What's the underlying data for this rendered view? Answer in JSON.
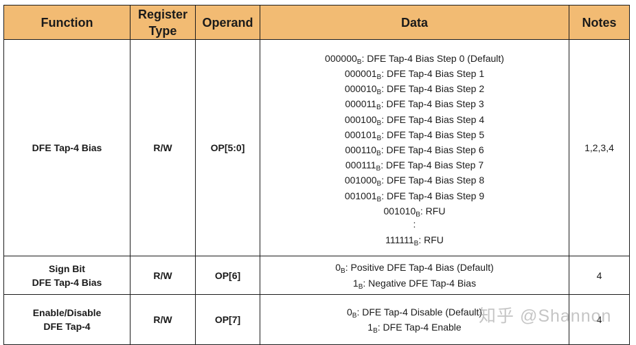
{
  "table": {
    "headers": {
      "function": "Function",
      "register_type_line1": "Register",
      "register_type_line2": "Type",
      "operand": "Operand",
      "data": "Data",
      "notes": "Notes"
    },
    "header_color": "#f2bb73",
    "rows": [
      {
        "function_lines": [
          "DFE Tap-4 Bias"
        ],
        "register_type": "R/W",
        "operand": "OP[5:0]",
        "data": [
          {
            "code": "000000",
            "suffix": "B",
            "desc": ": DFE Tap-4 Bias Step 0 (Default)"
          },
          {
            "code": "000001",
            "suffix": "B",
            "desc": ": DFE Tap-4 Bias Step 1"
          },
          {
            "code": "000010",
            "suffix": "B",
            "desc": ": DFE Tap-4 Bias Step 2"
          },
          {
            "code": "000011",
            "suffix": "B",
            "desc": ": DFE Tap-4 Bias Step 3"
          },
          {
            "code": "000100",
            "suffix": "B",
            "desc": ": DFE Tap-4 Bias Step 4"
          },
          {
            "code": "000101",
            "suffix": "B",
            "desc": ": DFE Tap-4 Bias Step 5"
          },
          {
            "code": "000110",
            "suffix": "B",
            "desc": ": DFE Tap-4 Bias Step 6"
          },
          {
            "code": "000111",
            "suffix": "B",
            "desc": ": DFE Tap-4 Bias Step 7"
          },
          {
            "code": "001000",
            "suffix": "B",
            "desc": ": DFE Tap-4 Bias Step 8"
          },
          {
            "code": "001001",
            "suffix": "B",
            "desc": ": DFE Tap-4 Bias Step 9"
          },
          {
            "code": "001010",
            "suffix": "B",
            "desc": ": RFU"
          },
          {
            "code": ":",
            "suffix": "",
            "desc": ""
          },
          {
            "code": "111111",
            "suffix": "B",
            "desc": ": RFU"
          }
        ],
        "notes": "1,2,3,4"
      },
      {
        "function_lines": [
          "Sign Bit",
          "DFE Tap-4 Bias"
        ],
        "register_type": "R/W",
        "operand": "OP[6]",
        "data": [
          {
            "code": "0",
            "suffix": "B",
            "desc": ": Positive DFE Tap-4 Bias (Default)"
          },
          {
            "code": "1",
            "suffix": "B",
            "desc": ": Negative DFE Tap-4 Bias"
          }
        ],
        "notes": "4"
      },
      {
        "function_lines": [
          "Enable/Disable",
          "DFE Tap-4"
        ],
        "register_type": "R/W",
        "operand": "OP[7]",
        "data": [
          {
            "code": "0",
            "suffix": "B",
            "desc": ": DFE Tap-4 Disable (Default)"
          },
          {
            "code": "1",
            "suffix": "B",
            "desc": ": DFE Tap-4 Enable"
          }
        ],
        "notes": "4"
      }
    ]
  },
  "watermark": "知乎 @Shannon"
}
